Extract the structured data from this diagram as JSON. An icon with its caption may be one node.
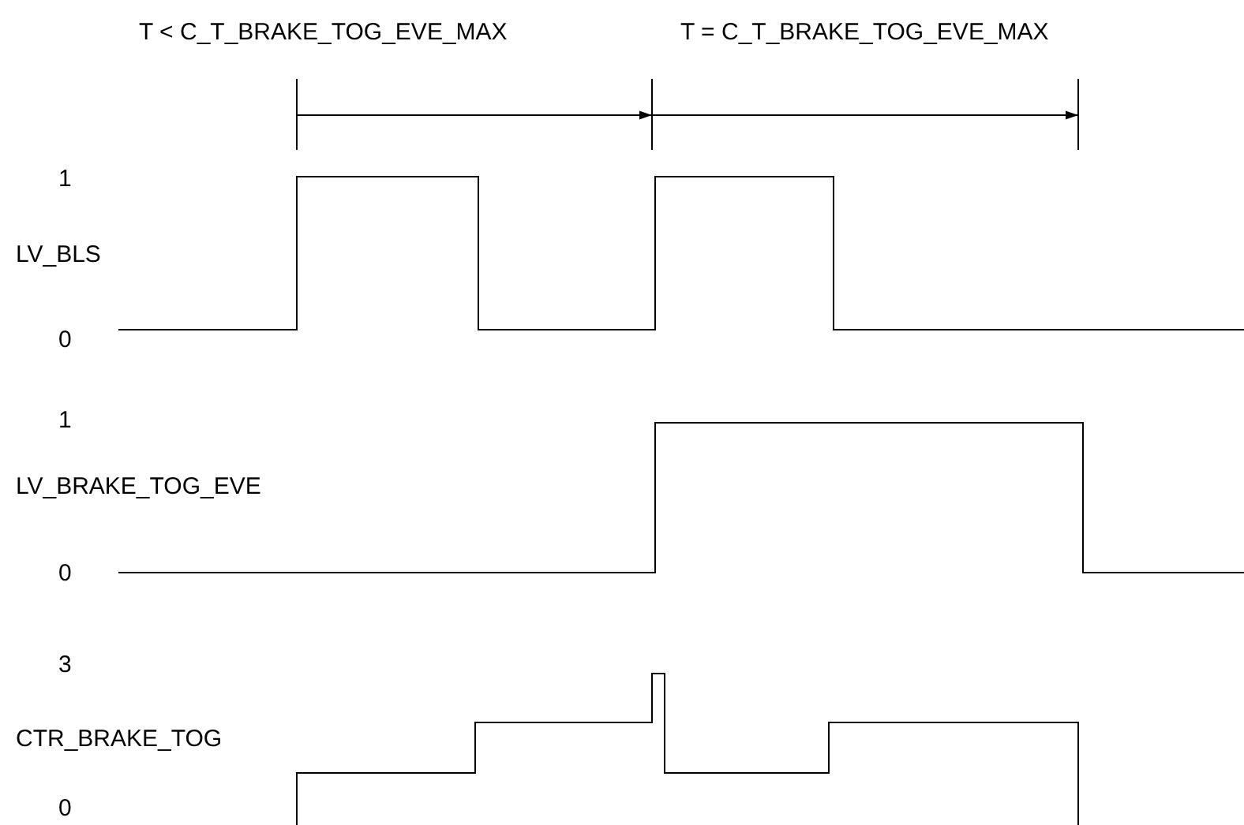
{
  "diagram": {
    "labels": [
      "T < C_T_BRAKE_TOG_EVE_MAX",
      "T = C_T_BRAKE_TOG_EVE_MAX",
      "1",
      "LV_BLS",
      "0",
      "1",
      "LV_BRAKE_TOG_EVE",
      "0",
      "3",
      "CTR_BRAKE_TOG",
      "0"
    ]
  }
}
